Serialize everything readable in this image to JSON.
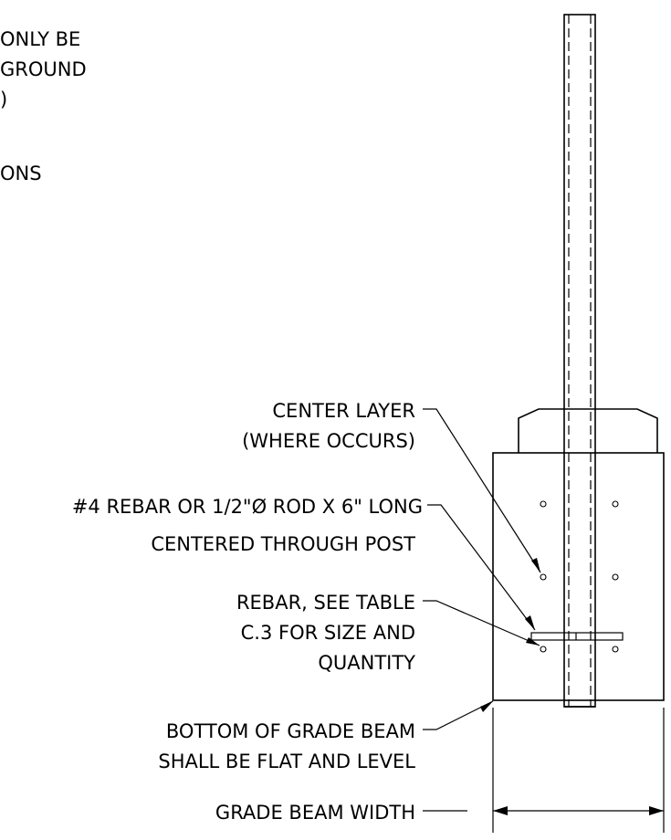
{
  "top_note": {
    "line1": "ONLY BE",
    "line2": "GROUND",
    "line3": ")",
    "line4": "ONS"
  },
  "callouts": {
    "center_layer": {
      "line1": "CENTER LAYER",
      "line2": "(WHERE OCCURS)"
    },
    "rebar_rod": {
      "line1": "#4 REBAR OR 1/2\"Ø ROD X 6\" LONG",
      "line2": "CENTERED THROUGH POST"
    },
    "rebar_table": {
      "line1": "REBAR, SEE TABLE",
      "line2": "C.3 FOR SIZE AND",
      "line3": "QUANTITY"
    },
    "bottom_grade_beam": {
      "line1": "BOTTOM OF GRADE BEAM",
      "line2": "SHALL BE FLAT AND LEVEL"
    },
    "grade_beam_width": {
      "line1": "GRADE BEAM WIDTH"
    }
  }
}
